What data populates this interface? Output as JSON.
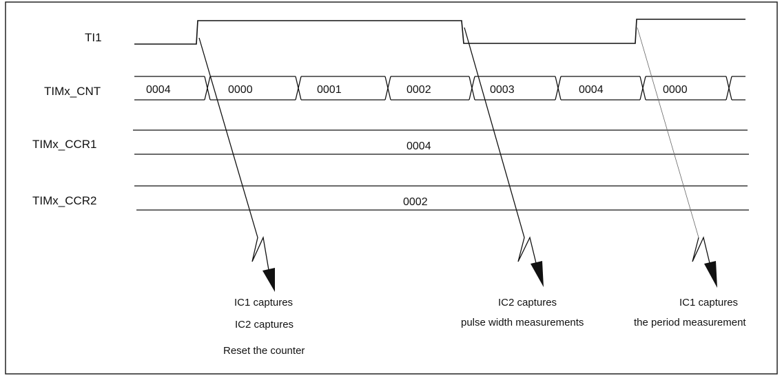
{
  "signals": {
    "ti1": "TI1",
    "cnt": "TIMx_CNT",
    "ccr1": "TIMx_CCR1",
    "ccr2": "TIMx_CCR2"
  },
  "counter_values": [
    "0004",
    "0000",
    "0001",
    "0002",
    "0003",
    "0004",
    "0000"
  ],
  "ccr1_value": "0004",
  "ccr2_value": "0002",
  "annotations": {
    "first": [
      "IC1 captures",
      "IC2 captures",
      "Reset the counter"
    ],
    "second": [
      "IC2 captures",
      "pulse width measurements"
    ],
    "third": [
      "IC1 captures",
      "the period measurement"
    ]
  },
  "colors": {
    "line": "#111111",
    "border": "#222222",
    "background": "#ffffff"
  }
}
